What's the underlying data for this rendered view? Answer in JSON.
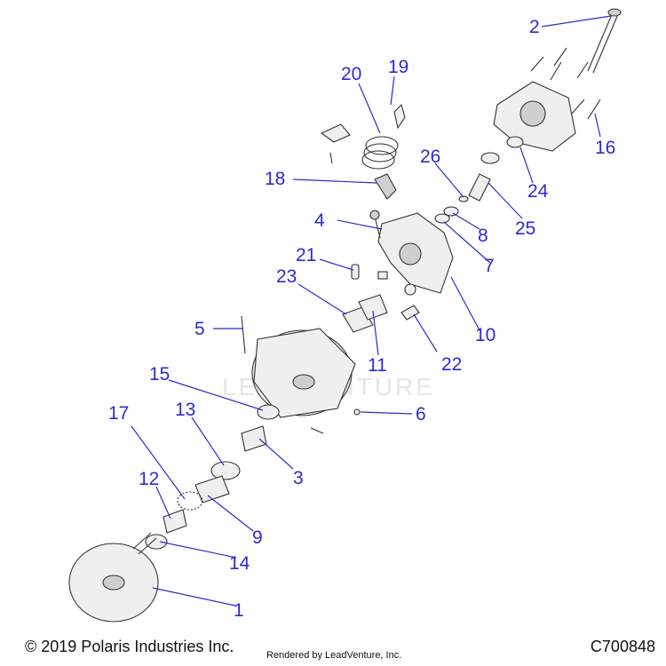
{
  "callouts": [
    {
      "id": "c1",
      "label": "1"
    },
    {
      "id": "c2",
      "label": "2"
    },
    {
      "id": "c3",
      "label": "3"
    },
    {
      "id": "c4",
      "label": "4"
    },
    {
      "id": "c5",
      "label": "5"
    },
    {
      "id": "c6",
      "label": "6"
    },
    {
      "id": "c7",
      "label": "7"
    },
    {
      "id": "c8",
      "label": "8"
    },
    {
      "id": "c9",
      "label": "9"
    },
    {
      "id": "c10",
      "label": "10"
    },
    {
      "id": "c11",
      "label": "11"
    },
    {
      "id": "c12",
      "label": "12"
    },
    {
      "id": "c13",
      "label": "13"
    },
    {
      "id": "c14",
      "label": "14"
    },
    {
      "id": "c15",
      "label": "15"
    },
    {
      "id": "c16",
      "label": "16"
    },
    {
      "id": "c17",
      "label": "17"
    },
    {
      "id": "c18",
      "label": "18"
    },
    {
      "id": "c19",
      "label": "19"
    },
    {
      "id": "c20",
      "label": "20"
    },
    {
      "id": "c21",
      "label": "21"
    },
    {
      "id": "c22",
      "label": "22"
    },
    {
      "id": "c23",
      "label": "23"
    },
    {
      "id": "c24",
      "label": "24"
    },
    {
      "id": "c25",
      "label": "25"
    },
    {
      "id": "c26",
      "label": "26"
    }
  ],
  "watermark": "LEADVENTURE",
  "footer": {
    "copyright": "© 2019 Polaris Industries Inc.",
    "rendered_by": "Rendered by LeadVenture, Inc.",
    "diagram_code": "C700848"
  },
  "colors": {
    "callout": "#2b2bd0",
    "outline": "#333333"
  }
}
